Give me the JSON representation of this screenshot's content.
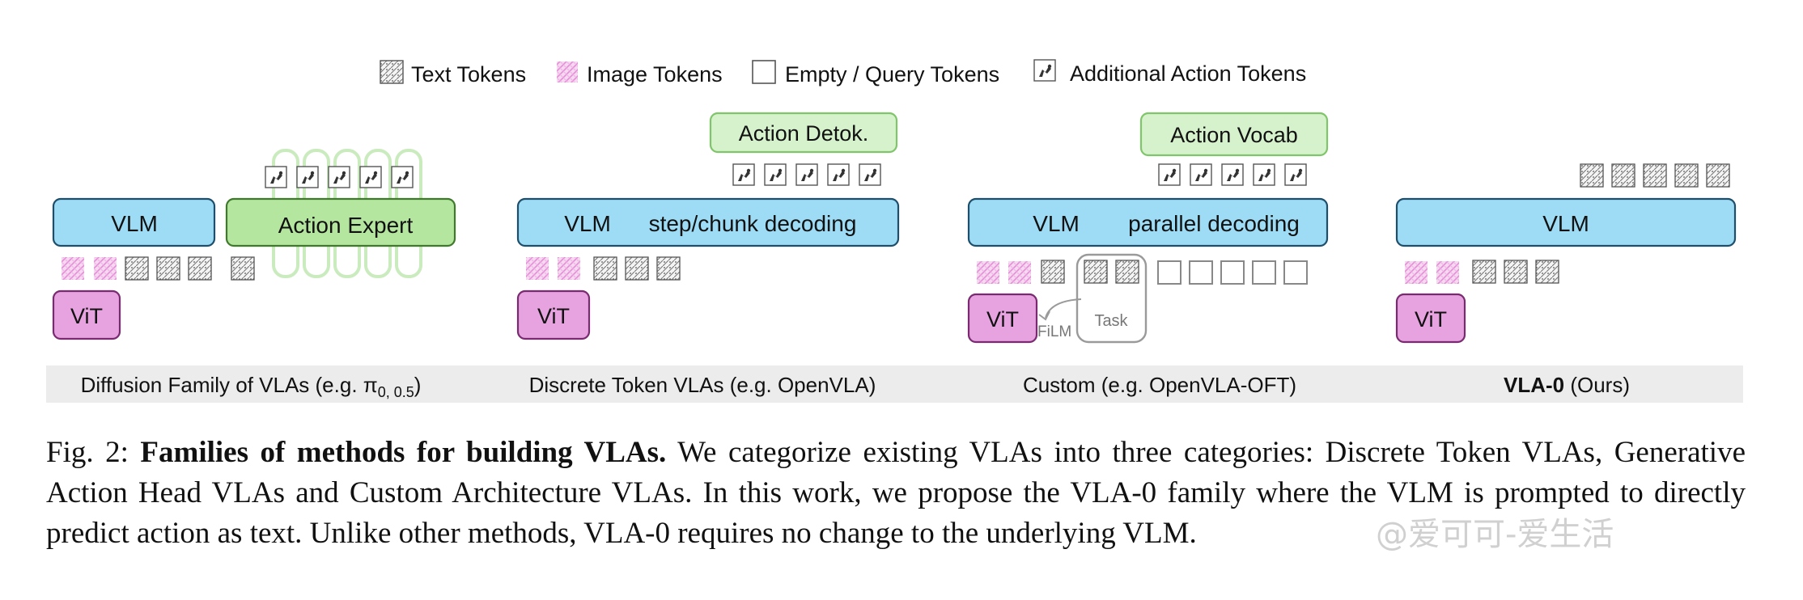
{
  "legend": [
    {
      "label": "Text Tokens",
      "kind": "text"
    },
    {
      "label": "Image Tokens",
      "kind": "image"
    },
    {
      "label": "Empty / Query Tokens",
      "kind": "empty"
    },
    {
      "label": "Additional Action Tokens",
      "kind": "action"
    }
  ],
  "panels": {
    "diffusion": {
      "vlm": "VLM",
      "expert": "Action Expert",
      "vit": "ViT",
      "caption": "Diffusion Family of VLAs (e.g. π",
      "caption_sub": "0, 0.5",
      "caption_end": ")"
    },
    "discrete": {
      "vlm": "VLM",
      "decoding": "step/chunk decoding",
      "detok": "Action Detok.",
      "vit": "ViT",
      "caption": "Discrete Token VLAs (e.g. OpenVLA)"
    },
    "custom": {
      "vlm": "VLM",
      "decoding": "parallel decoding",
      "vocab": "Action Vocab",
      "vit": "ViT",
      "task": "Task",
      "film": "FiLM",
      "caption": "Custom (e.g. OpenVLA-OFT)"
    },
    "vla0": {
      "vlm": "VLM",
      "vit": "ViT",
      "caption_bold": "VLA-0",
      "caption_rest": " (Ours)"
    }
  },
  "figure_caption": {
    "prefix": "Fig. 2: ",
    "title": "Families of methods for building VLAs.",
    "body": " We categorize existing VLAs into three categories: Discrete Token VLAs, Generative Action Head VLAs and Custom Architecture VLAs. In this work, we propose the VLA-0 family where the VLM is prompted to directly predict action as text. Unlike other methods, VLA-0 requires no change to the underlying VLM."
  },
  "watermark": "@爱可可-爱生活",
  "colors": {
    "vlm_fill": "#9edcf5",
    "vlm_stroke": "#1d4e6b",
    "expert_fill": "#b5e6a0",
    "expert_stroke": "#3f7a2c",
    "vit_fill": "#e6a3df",
    "vit_stroke": "#7a2a70",
    "detok_fill": "#d6f2cc",
    "detok_stroke": "#7fc56a",
    "caption_band": "#ececec"
  }
}
